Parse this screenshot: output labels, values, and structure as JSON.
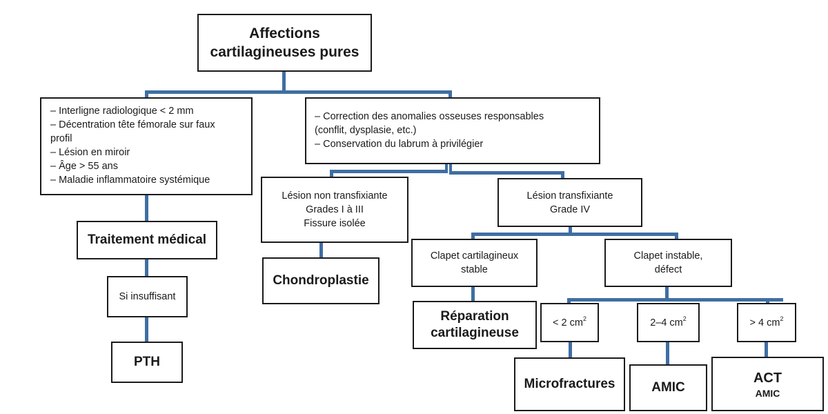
{
  "diagram": {
    "line_color": "#3f6ea3",
    "root": {
      "lines": [
        "Affections",
        "cartilagineuses pures"
      ]
    },
    "left_criteria": {
      "lines": [
        "– Interligne radiologique < 2 mm",
        "– Décentration tête fémorale sur faux",
        "profil",
        "– Lésion en miroir",
        "– Âge > 55 ans",
        "– Maladie inflammatoire systémique"
      ]
    },
    "traitement_medical": {
      "label": "Traitement médical"
    },
    "si_insuffisant": {
      "label": "Si insuffisant"
    },
    "pth": {
      "label": "PTH"
    },
    "right_criteria": {
      "lines": [
        "– Correction des anomalies osseuses responsables",
        "(conflit, dysplasie, etc.)",
        "– Conservation du labrum à privilégier"
      ]
    },
    "lesion_non_transfixiante": {
      "lines": [
        "Lésion non transfixiante",
        "Grades I à III",
        "Fissure isolée"
      ]
    },
    "chondroplastie": {
      "label": "Chondroplastie"
    },
    "lesion_transfixiante": {
      "lines": [
        "Lésion transfixiante",
        "Grade IV"
      ]
    },
    "clapet_stable": {
      "lines": [
        "Clapet cartilagineux",
        "stable"
      ]
    },
    "reparation": {
      "lines": [
        "Réparation",
        "cartilagineuse"
      ]
    },
    "clapet_instable": {
      "lines": [
        "Clapet instable,",
        "défect"
      ]
    },
    "size_small": {
      "text": "< 2 cm",
      "sup": "2"
    },
    "size_medium": {
      "text": "2–4 cm",
      "sup": "2"
    },
    "size_large": {
      "text": "> 4 cm",
      "sup": "2"
    },
    "microfractures": {
      "label": "Microfractures"
    },
    "amic": {
      "label": "AMIC"
    },
    "act": {
      "label": "ACT",
      "sub": "AMIC"
    }
  }
}
